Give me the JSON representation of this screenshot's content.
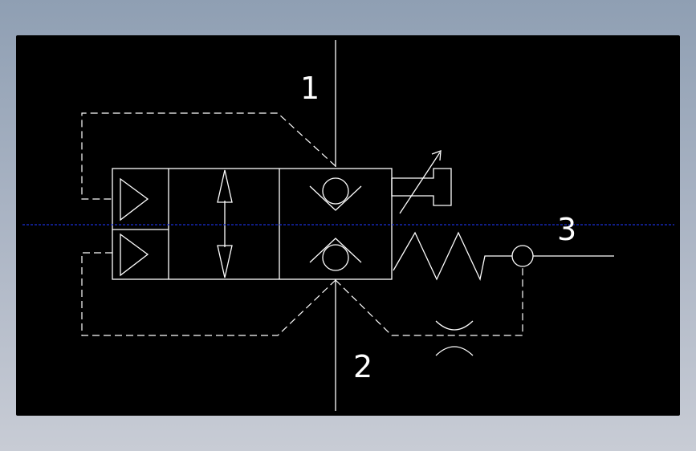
{
  "drawing": {
    "background_color": "#000000",
    "line_color": "#ffffff",
    "centerline_color": "#1a2fd6",
    "ports": [
      {
        "label": "1"
      },
      {
        "label": "2"
      },
      {
        "label": "3"
      }
    ]
  }
}
